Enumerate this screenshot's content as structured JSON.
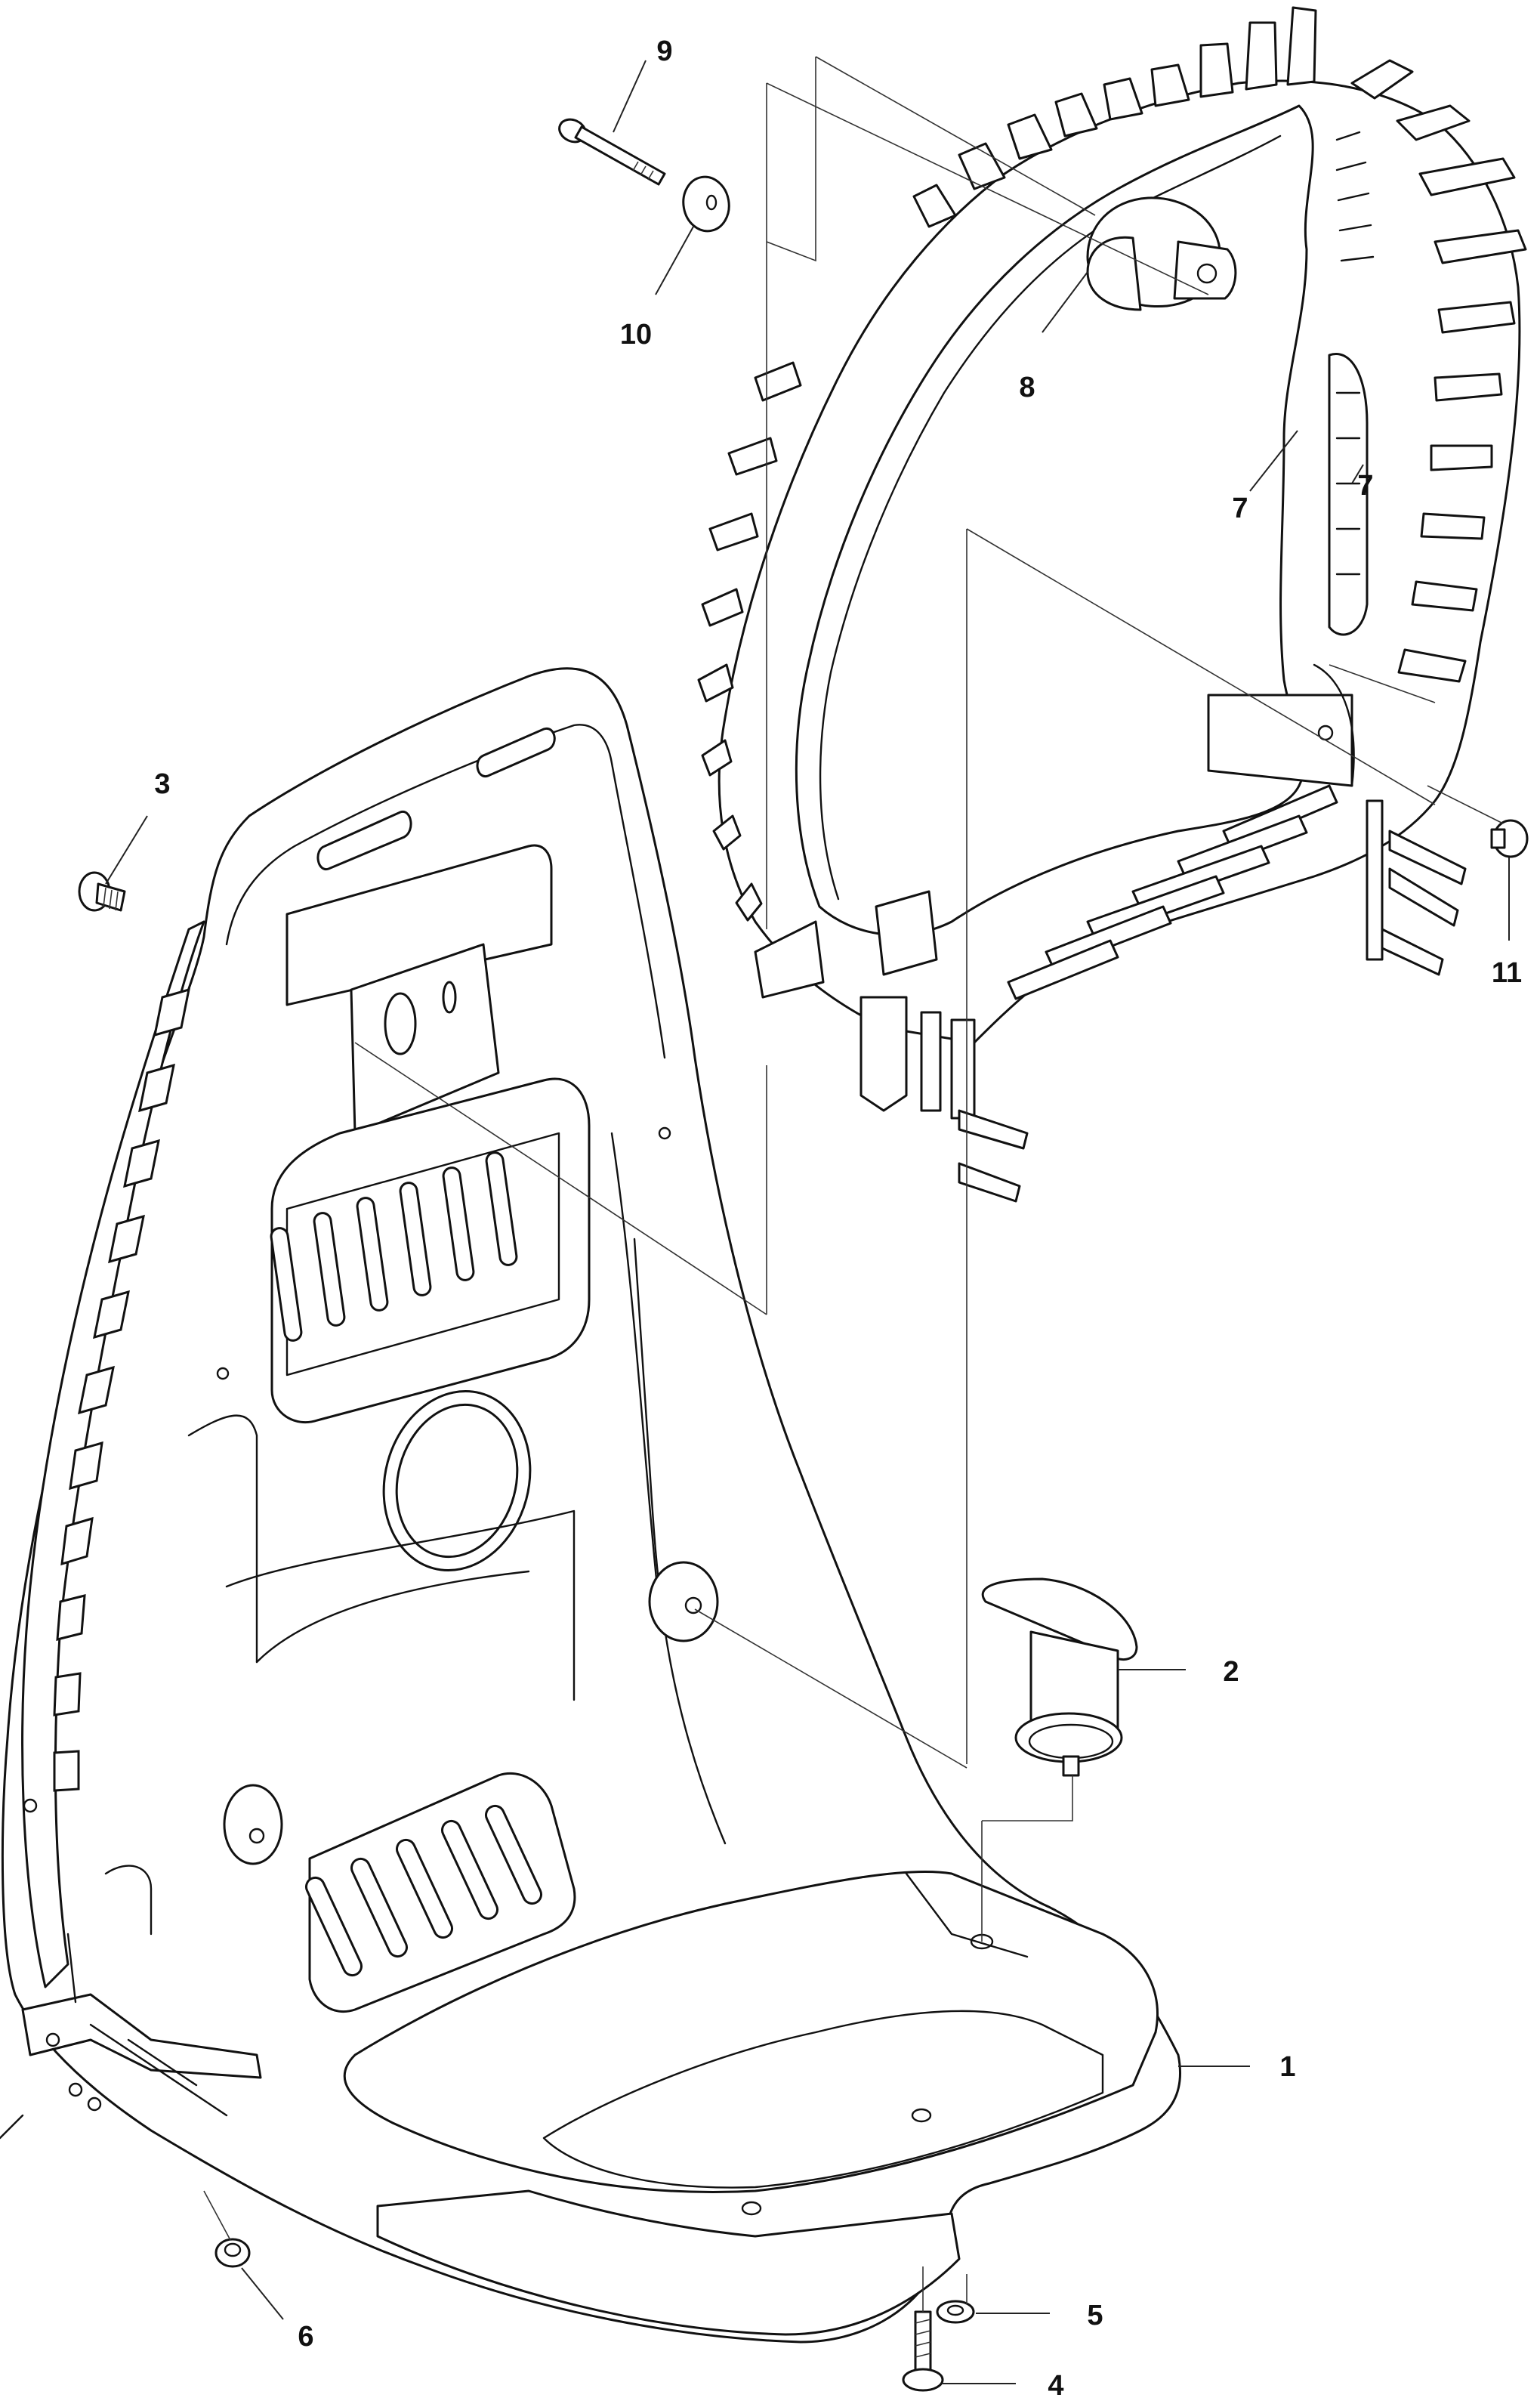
{
  "callouts": [
    {
      "id": "c1",
      "label": "1"
    },
    {
      "id": "c2",
      "label": "2"
    },
    {
      "id": "c3",
      "label": "3"
    },
    {
      "id": "c4",
      "label": "4"
    },
    {
      "id": "c5",
      "label": "5"
    },
    {
      "id": "c6",
      "label": "6"
    },
    {
      "id": "c7a",
      "label": "7"
    },
    {
      "id": "c7b",
      "label": "7"
    },
    {
      "id": "c8",
      "label": "8"
    },
    {
      "id": "c9",
      "label": "9"
    },
    {
      "id": "c10",
      "label": "10"
    },
    {
      "id": "c11",
      "label": "11"
    }
  ]
}
